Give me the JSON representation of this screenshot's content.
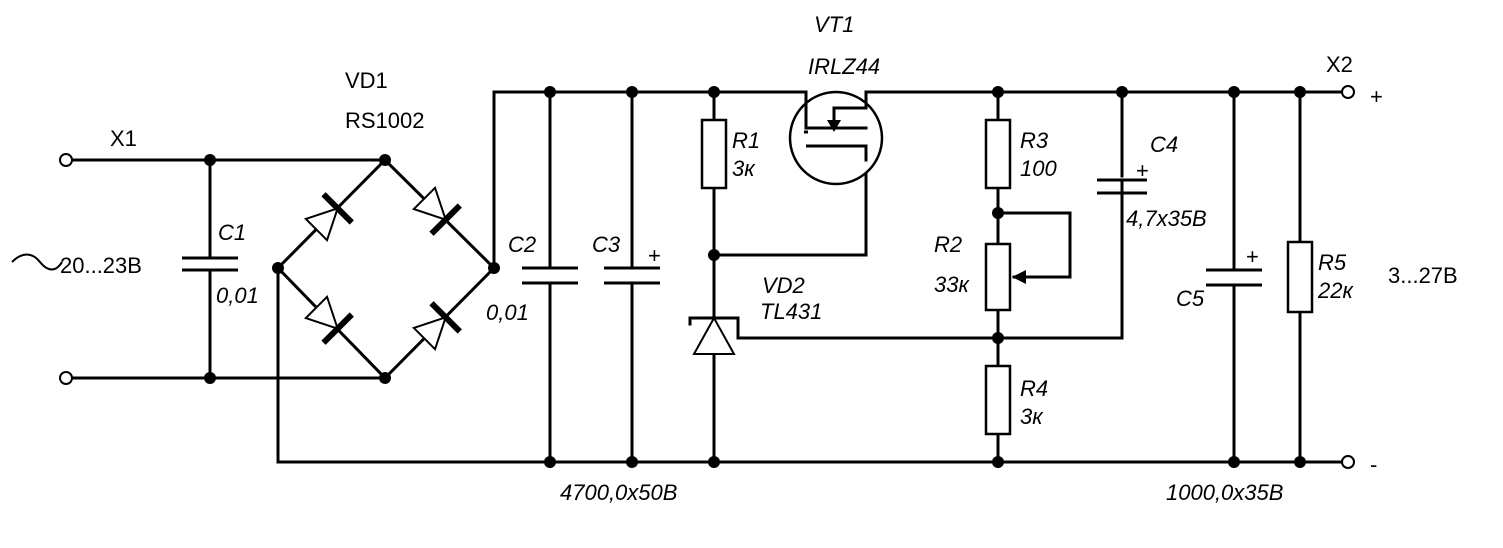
{
  "labels": {
    "x1": "X1",
    "x2": "X2",
    "input_voltage": "20...23В",
    "output_voltage": "3...27В",
    "plus": "+",
    "minus": "-",
    "c1_name": "C1",
    "c1_value": "0,01",
    "vd1_name": "VD1",
    "vd1_part": "RS1002",
    "c2_name": "C2",
    "c2_value": "0,01",
    "c3_name": "C3",
    "c3_plus": "+",
    "c2c3_rating": "4700,0x50В",
    "vt1_name": "VT1",
    "vt1_part": "IRLZ44",
    "r1_name": "R1",
    "r1_value": "3к",
    "vd2_name": "VD2",
    "vd2_part": "TL431",
    "r3_name": "R3",
    "r3_value": "100",
    "r2_name": "R2",
    "r2_value": "33к",
    "r4_name": "R4",
    "r4_value": "3к",
    "c4_name": "C4",
    "c4_plus": "+",
    "c4_value": "4,7x35В",
    "c5_name": "C5",
    "c5_plus": "+",
    "c5_rating": "1000,0x35В",
    "r5_name": "R5",
    "r5_value": "22к"
  }
}
